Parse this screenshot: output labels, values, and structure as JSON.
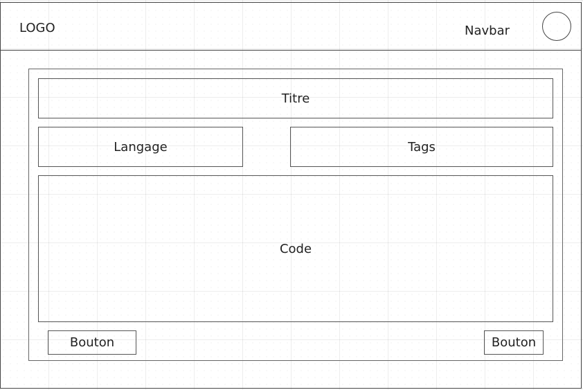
{
  "navbar": {
    "logo": "LOGO",
    "label": "Navbar",
    "avatar_icon": "avatar-circle"
  },
  "form": {
    "title_field": "Titre",
    "language_field": "Langage",
    "tags_field": "Tags",
    "code_field": "Code"
  },
  "actions": {
    "left_button": "Bouton",
    "right_button": "Bouton"
  }
}
